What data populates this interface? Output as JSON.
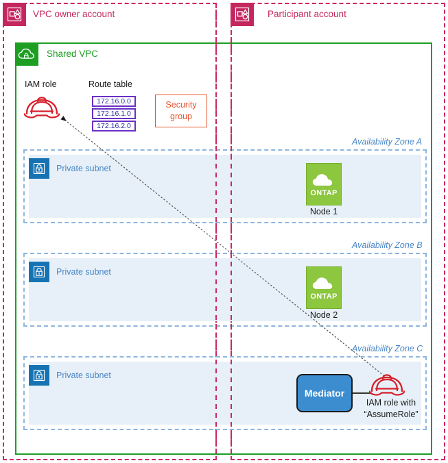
{
  "accounts": [
    {
      "label": "VPC owner account",
      "icon": "account-icon"
    },
    {
      "label": "Participant account",
      "icon": "account-icon"
    }
  ],
  "vpc": {
    "label": "Shared VPC",
    "icon": "cloud-lock-icon",
    "color": "#1B9E23"
  },
  "iam_role": {
    "title": "IAM role",
    "icon": "hard-hat-icon",
    "color": "#D81F2A"
  },
  "route_table": {
    "title": "Route table",
    "entries": [
      "172.16.0.0",
      "172.16.1.0",
      "172.16.2.0"
    ],
    "border_color": "#6A2FC4",
    "text_color": "#2B2BA8"
  },
  "security_group": {
    "line1": "Security",
    "line2": "group",
    "color": "#E8542F"
  },
  "zones": [
    {
      "label": "Availability Zone A",
      "subnet": {
        "label": "Private subnet",
        "icon": "lock-icon"
      },
      "node": {
        "icon_text": "ONTAP",
        "label": "Node 1"
      }
    },
    {
      "label": "Availability Zone B",
      "subnet": {
        "label": "Private subnet",
        "icon": "lock-icon"
      },
      "node": {
        "icon_text": "ONTAP",
        "label": "Node 2"
      }
    },
    {
      "label": "Availability Zone C",
      "subnet": {
        "label": "Private subnet",
        "icon": "lock-icon"
      },
      "mediator": {
        "label": "Mediator"
      },
      "assume_role": {
        "line1": "IAM role with",
        "line2": "“AssumeRole”",
        "icon": "hard-hat-icon"
      }
    }
  ],
  "colors": {
    "account_pink": "#C4265E",
    "vpc_green": "#1B9E23",
    "az_blue": "#8CB6E0",
    "az_label_blue": "#4A87C7",
    "subnet_fill": "#E7F0F8",
    "subnet_icon_blue": "#1673B3",
    "ontap_green": "#8DC63F",
    "mediator_blue": "#3C8DCF",
    "iam_red": "#D81F2A"
  }
}
